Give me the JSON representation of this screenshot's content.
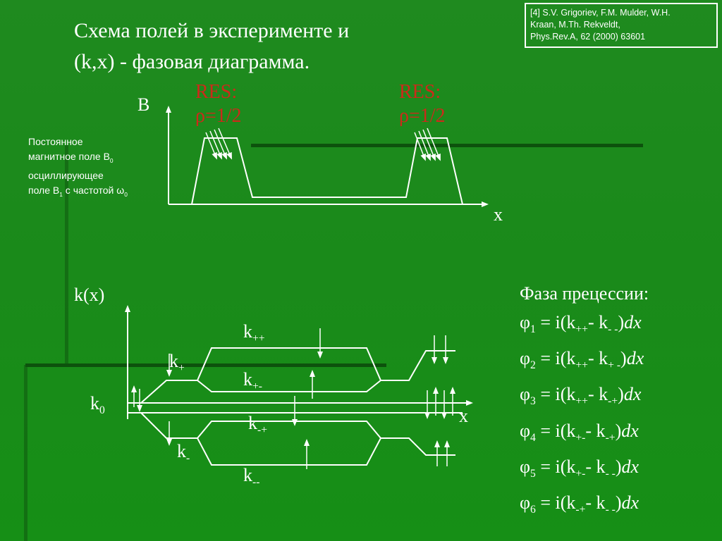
{
  "title": {
    "line1": "Схема полей в эксперименте и",
    "line2": "(k,x) - фазовая диаграмма."
  },
  "reference": {
    "line1": "[4]  S.V. Grigoriev, F.M. Mulder, W.H.",
    "line2": "Kraan, M.Th. Rekveldt,",
    "line3": "Phys.Rev.A, 62 (2000) 63601"
  },
  "top_diagram": {
    "y_axis_label": "B",
    "x_axis_label": "x",
    "res_left": {
      "line1": "RES:",
      "line2": "ρ=1/2"
    },
    "res_right": {
      "line1": "RES:",
      "line2": "ρ=1/2"
    },
    "field_note": {
      "line1": "Постоянное",
      "line2_text": "магнитное поле  B",
      "line2_sub": "0",
      "line3": "осциллирующее",
      "line4_a": "поле B",
      "line4_sub1": "1",
      "line4_b": " с частотой ω",
      "line4_sub2": "0"
    }
  },
  "bottom_diagram": {
    "y_axis_label": "k(x)",
    "x_axis_label": "x",
    "k0": {
      "main": "k",
      "sub": "0"
    },
    "k_plus": {
      "main": "k",
      "sub": "+"
    },
    "k_minus": {
      "main": "k",
      "sub": "-"
    },
    "k_pp": {
      "main": "k",
      "sub": "++"
    },
    "k_pm": {
      "main": "k",
      "sub": "+-"
    },
    "k_mp": {
      "main": "k",
      "sub": "-+"
    },
    "k_mm": {
      "main": "k",
      "sub": "--"
    }
  },
  "equations": {
    "heading": "Фаза прецессии:",
    "rows": [
      {
        "phi": "φ",
        "n": "1",
        "eq": " = ",
        "int": "i",
        "open": "(k",
        "s1": "++",
        "mid": "- k",
        "s2": "- -",
        "close": ")",
        "dx": "dx"
      },
      {
        "phi": "φ",
        "n": "2",
        "eq": " = ",
        "int": "i",
        "open": "(k",
        "s1": "++",
        "mid": "- k",
        "s2": "+ -",
        "close": ")",
        "dx": "dx"
      },
      {
        "phi": "φ",
        "n": "3",
        "eq": " = ",
        "int": "i",
        "open": "(k",
        "s1": "++",
        "mid": "- k",
        "s2": "-+",
        "close": ")",
        "dx": "dx"
      },
      {
        "phi": "φ",
        "n": "4",
        "eq": " = ",
        "int": "i",
        "open": "(k",
        "s1": "+-",
        "mid": "- k",
        "s2": "-+",
        "close": ")",
        "dx": "dx"
      },
      {
        "phi": "φ",
        "n": "5",
        "eq": " = ",
        "int": "i",
        "open": "(k",
        "s1": "+-",
        "mid": "- k",
        "s2": "- -",
        "close": ")",
        "dx": "dx"
      },
      {
        "phi": "φ",
        "n": "6",
        "eq": " = ",
        "int": "i",
        "open": "(k",
        "s1": "-+",
        "mid": "- k",
        "s2": "- -",
        "close": ")",
        "dx": "dx"
      }
    ]
  },
  "colors": {
    "background": "#1a8a1a",
    "res_text": "#cc2a1a",
    "line": "#ffffff"
  }
}
